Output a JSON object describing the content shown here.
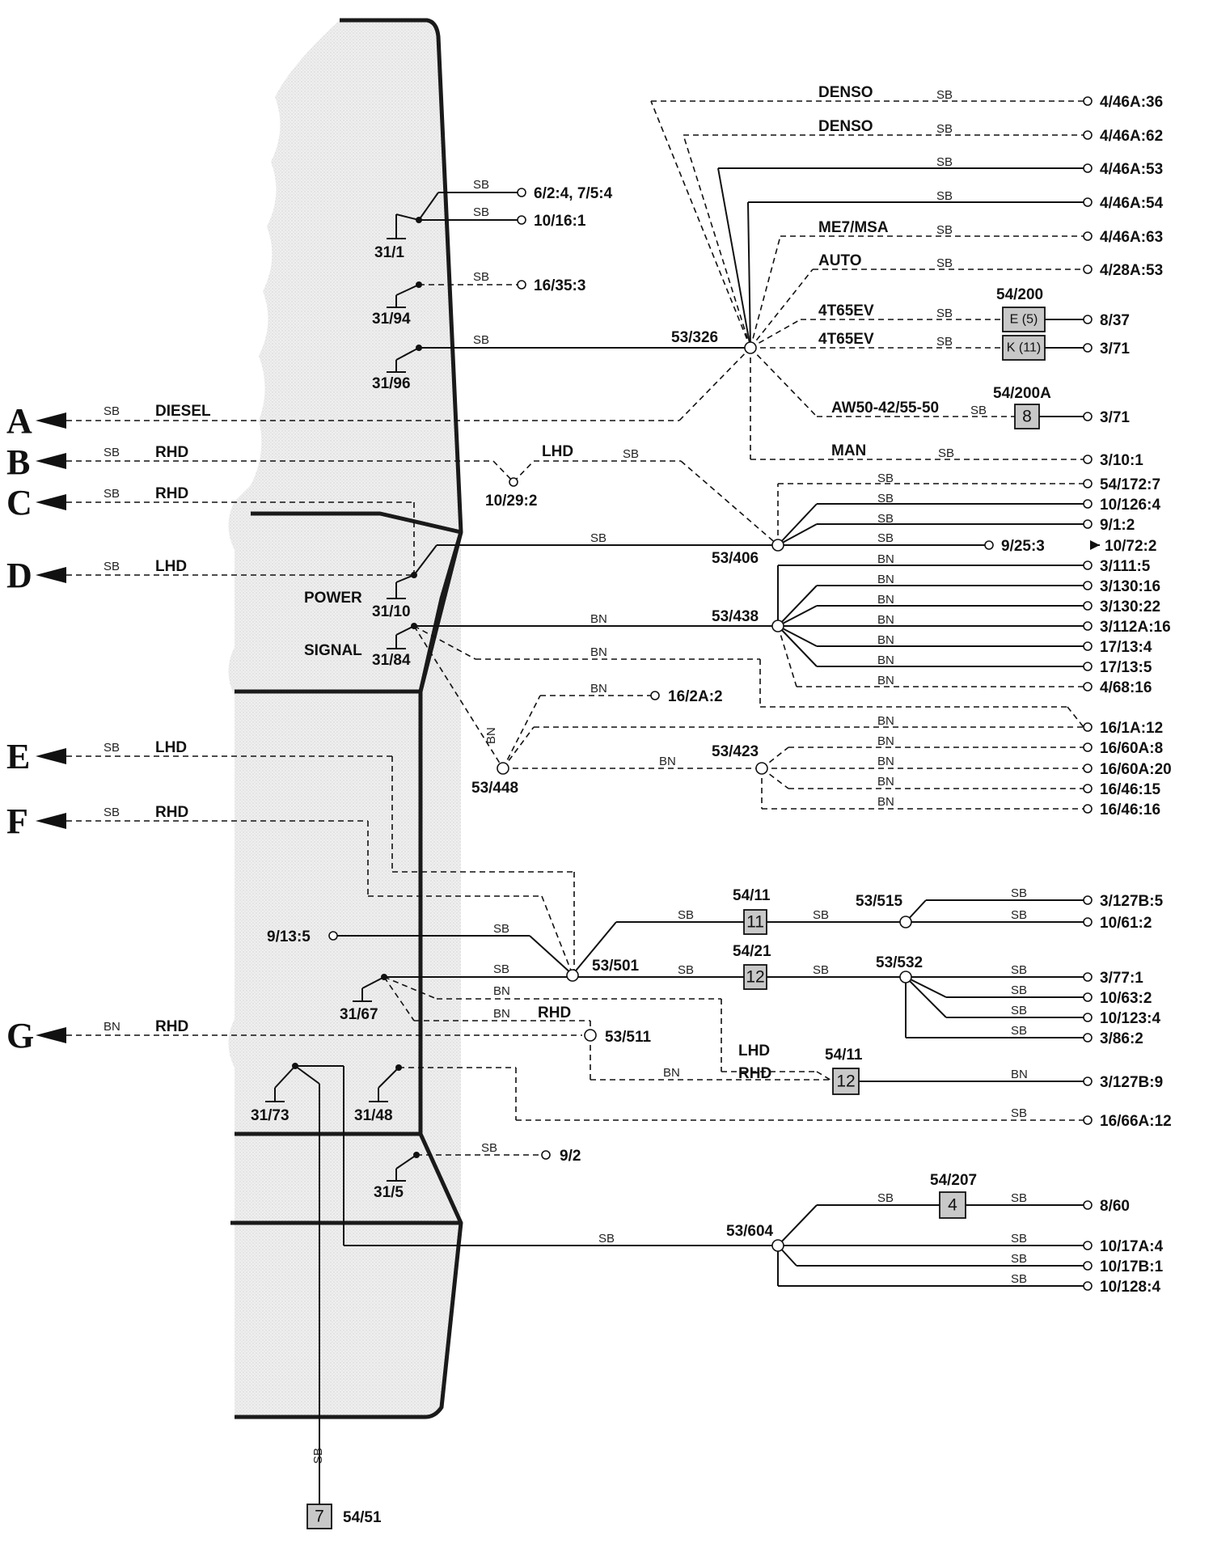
{
  "connectors": {
    "A": "A",
    "B": "B",
    "C": "C",
    "D": "D",
    "E": "E",
    "F": "F",
    "G": "G"
  },
  "wire": {
    "sb": "SB",
    "bn": "BN"
  },
  "variants": {
    "diesel": "DIESEL",
    "rhd": "RHD",
    "lhd": "LHD",
    "denso": "DENSO",
    "me7msa": "ME7/MSA",
    "auto": "AUTO",
    "t65ev": "4T65EV",
    "aw50": "AW50-42/55-50",
    "man": "MAN",
    "power": "POWER",
    "signal": "SIGNAL"
  },
  "grounds": {
    "g31_1": "31/1",
    "g31_94": "31/94",
    "g31_96": "31/96",
    "g31_10": "31/10",
    "g31_84": "31/84",
    "g31_67": "31/67",
    "g31_73": "31/73",
    "g31_48": "31/48",
    "g31_5": "31/5"
  },
  "splices": {
    "s53_326": "53/326",
    "s53_406": "53/406",
    "s53_438": "53/438",
    "s53_448": "53/448",
    "s53_423": "53/423",
    "s53_501": "53/501",
    "s53_515": "53/515",
    "s53_532": "53/532",
    "s53_511": "53/511",
    "s53_604": "53/604"
  },
  "components": {
    "c54_200": "54/200",
    "c54_200a": "54/200A",
    "c54_11a": "54/11",
    "c54_21": "54/21",
    "c54_11b": "54/11",
    "c54_207": "54/207",
    "c54_51": "54/51",
    "pin_e5": "E (5)",
    "pin_k11": "K (11)",
    "pin_8": "8",
    "pin_11": "11",
    "pin_12a": "12",
    "pin_12b": "12",
    "pin_4": "4",
    "pin_7": "7"
  },
  "terminals": {
    "t6_2_4": "6/2:4, 7/5:4",
    "t10_16_1": "10/16:1",
    "t16_35_3": "16/35:3",
    "t10_29_2": "10/29:2",
    "t16_2a_2": "16/2A:2",
    "t9_13_5": "9/13:5",
    "t9_2": "9/2",
    "t9_25_3": "9/25:3",
    "r4_46a_36": "4/46A:36",
    "r4_46a_62": "4/46A:62",
    "r4_46a_53": "4/46A:53",
    "r4_46a_54": "4/46A:54",
    "r4_46a_63": "4/46A:63",
    "r4_28a_53": "4/28A:53",
    "r8_37": "8/37",
    "r3_71a": "3/71",
    "r3_71b": "3/71",
    "r3_10_1": "3/10:1",
    "r54_172_7": "54/172:7",
    "r10_126_4": "10/126:4",
    "r9_1_2": "9/1:2",
    "r10_72_2": "10/72:2",
    "r3_111_5": "3/111:5",
    "r3_130_16": "3/130:16",
    "r3_130_22": "3/130:22",
    "r3_112a_16": "3/112A:16",
    "r17_13_4": "17/13:4",
    "r17_13_5": "17/13:5",
    "r4_68_16": "4/68:16",
    "r16_1a_12": "16/1A:12",
    "r16_60a_8": "16/60A:8",
    "r16_60a_20": "16/60A:20",
    "r16_46_15": "16/46:15",
    "r16_46_16": "16/46:16",
    "r3_127b_5": "3/127B:5",
    "r10_61_2": "10/61:2",
    "r3_77_1": "3/77:1",
    "r10_63_2": "10/63:2",
    "r10_123_4": "10/123:4",
    "r3_86_2": "3/86:2",
    "r3_127b_9": "3/127B:9",
    "r16_66a_12": "16/66A:12",
    "r8_60": "8/60",
    "r10_17a_4": "10/17A:4",
    "r10_17b_1": "10/17B:1",
    "r10_128_4": "10/128:4"
  }
}
